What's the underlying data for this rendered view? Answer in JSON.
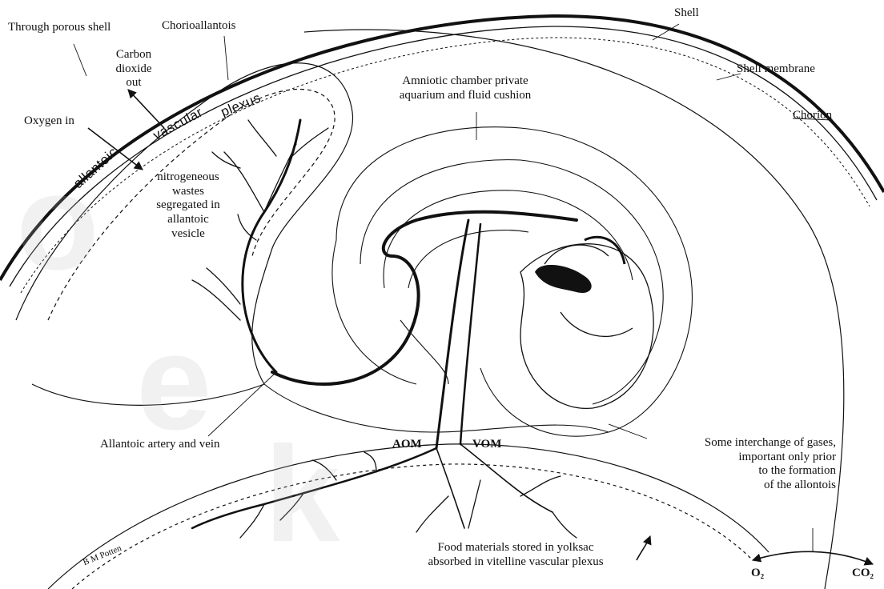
{
  "labels": {
    "through_porous_shell": "Through porous shell",
    "chorioallantois": "Chorioallantois",
    "shell": "Shell",
    "shell_membrane": "Shell membrane",
    "chorion": "Chorion",
    "carbon_dioxide_out": "Carbon\ndioxide\nout",
    "oxygen_in": "Oxygen in",
    "allantoic": "allantoic",
    "vascular": "vascular",
    "plexus": "plexus",
    "amniotic_chamber": "Amniotic chamber private\naquarium and fluid cushion",
    "nitrogenous_wastes": "nitrogeneous\nwastes\nsegregated in\nallantoic\nvesicle",
    "allantoic_artery_vein": "Allantoic artery and vein",
    "aom": "AOM",
    "vom": "VOM",
    "gas_interchange": "Some interchange of gases,\nimportant only prior\nto the formation\nof the allontois",
    "food_materials": "Food materials stored in yolksac\nabsorbed in vitelline vascular plexus",
    "o2": "O₂",
    "co2": "CO₂",
    "signature": "B M Potten"
  },
  "colors": {
    "ink": "#111111",
    "background": "#ffffff",
    "watermark": "#bebebe"
  }
}
